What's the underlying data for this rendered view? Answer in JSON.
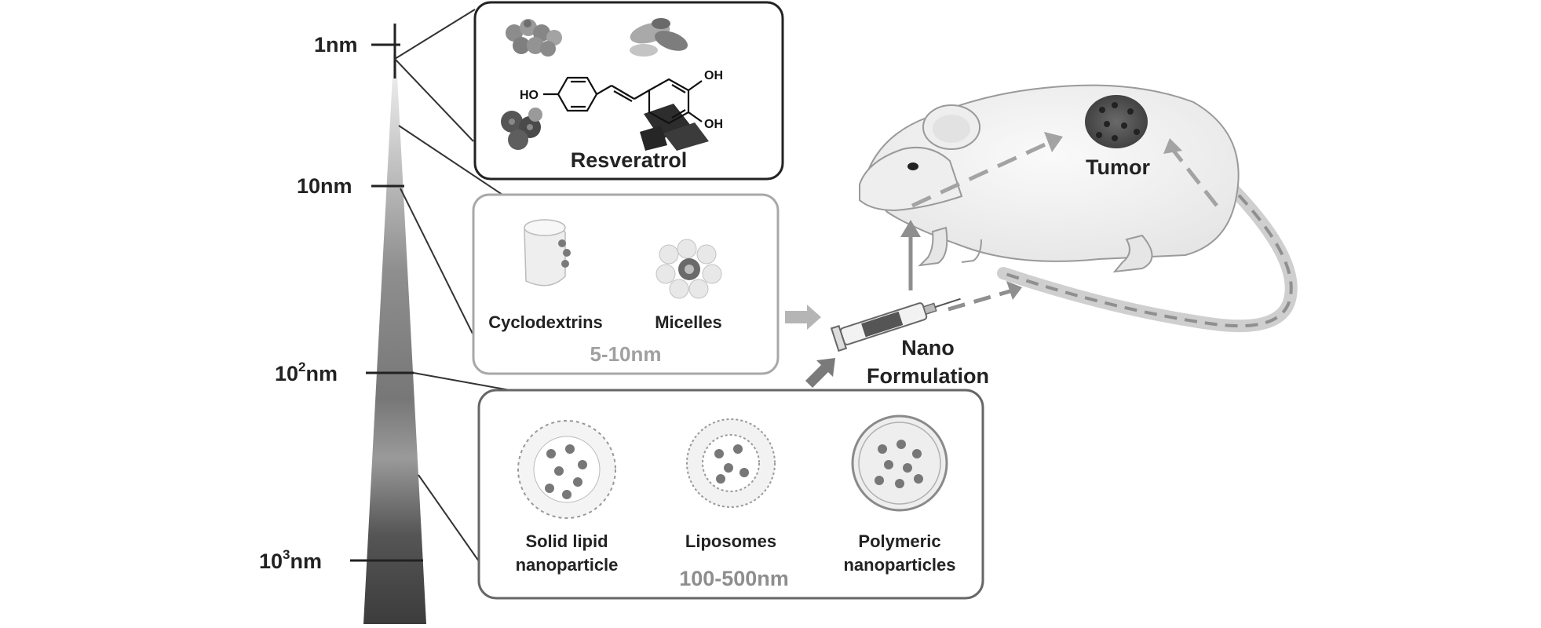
{
  "scale": {
    "ticks": [
      {
        "base": "1nm",
        "sup": ""
      },
      {
        "base": "10nm",
        "sup": ""
      },
      {
        "base": "10",
        "sup": "2",
        "unit": "nm"
      },
      {
        "base": "10",
        "sup": "3",
        "unit": "nm"
      }
    ]
  },
  "resveratrol": {
    "title": "Resveratrol",
    "oh_labels": [
      "OH",
      "HO",
      "OH"
    ]
  },
  "small_carriers": {
    "items": [
      "Cyclodextrins",
      "Micelles"
    ],
    "size_range": "5-10nm"
  },
  "large_carriers": {
    "items": [
      {
        "line1": "Solid lipid",
        "line2": "nanoparticle"
      },
      {
        "line1": "Liposomes",
        "line2": ""
      },
      {
        "line1": "Polymeric",
        "line2": "nanoparticles"
      }
    ],
    "size_range": "100-500nm"
  },
  "formulation": {
    "line1": "Nano",
    "line2": "Formulation"
  },
  "target": {
    "label": "Tumor"
  },
  "colors": {
    "dark": "#333333",
    "mid": "#8a8a8a",
    "light": "#b5b5b5",
    "frame_dark": "#222222",
    "frame_light": "#a8a8a8",
    "frame_mid": "#666666"
  }
}
